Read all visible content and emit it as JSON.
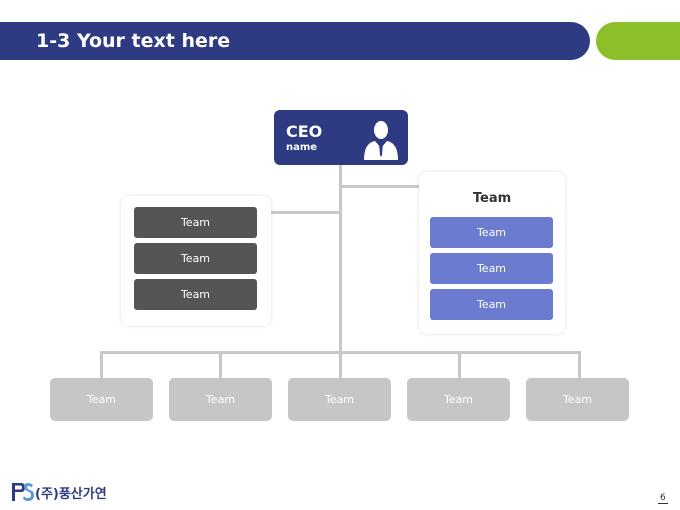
{
  "header": {
    "title": "1-3 Your text here",
    "bar_color": "#2e3a82",
    "accent_color": "#8cc02a"
  },
  "ceo": {
    "title": "CEO",
    "name": "name",
    "icon": "person-silhouette-icon"
  },
  "left_panel": {
    "items": [
      "Team",
      "Team",
      "Team"
    ],
    "color": "#555555"
  },
  "right_panel": {
    "heading": "Team",
    "items": [
      "Team",
      "Team",
      "Team"
    ],
    "color": "#6a7bd0"
  },
  "bottom_row": {
    "items": [
      "Team",
      "Team",
      "Team",
      "Team",
      "Team"
    ],
    "color": "#c6c6c6"
  },
  "footer": {
    "logo_text": "(주)풍산가연",
    "logo_icon": "ps-logo-icon",
    "page_number": "6"
  }
}
